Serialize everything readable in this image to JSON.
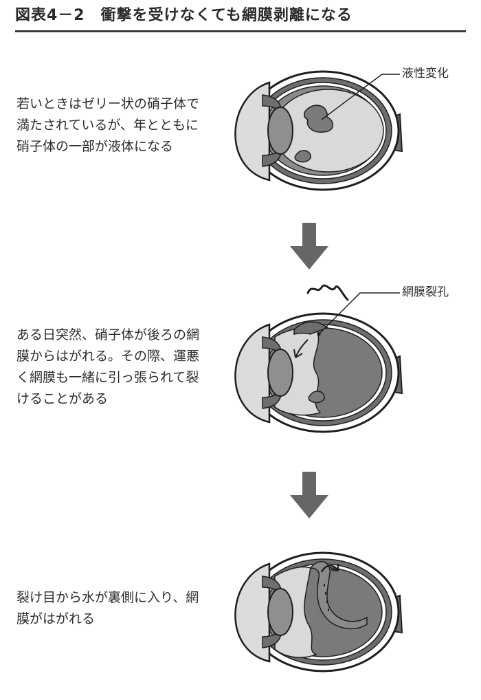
{
  "figure": {
    "title": "図表4－2　衝撃を受けなくても網膜剥離になる"
  },
  "steps": [
    {
      "id": "step-1",
      "description": "若いときはゼリー状の硝子体で満たされているが、年とともに硝子体の一部が液体になる",
      "callout": "液性変化"
    },
    {
      "id": "step-2",
      "description": "ある日突然、硝子体が後ろの網膜からはがれる。その際、運悪く網膜も一緒に引っ張られて裂けることがある",
      "callout": "網膜裂孔"
    },
    {
      "id": "step-3",
      "description": "裂け目から水が裏側に入り、網膜がはがれる",
      "callout": ""
    }
  ],
  "colors": {
    "outline": "#1e1e1e",
    "wall": "#6e6e6e",
    "vitreous_gel": "#d9d9d9",
    "liquid": "#7a7a7a",
    "arrow": "#666666",
    "rule": "#3a3a3a"
  }
}
